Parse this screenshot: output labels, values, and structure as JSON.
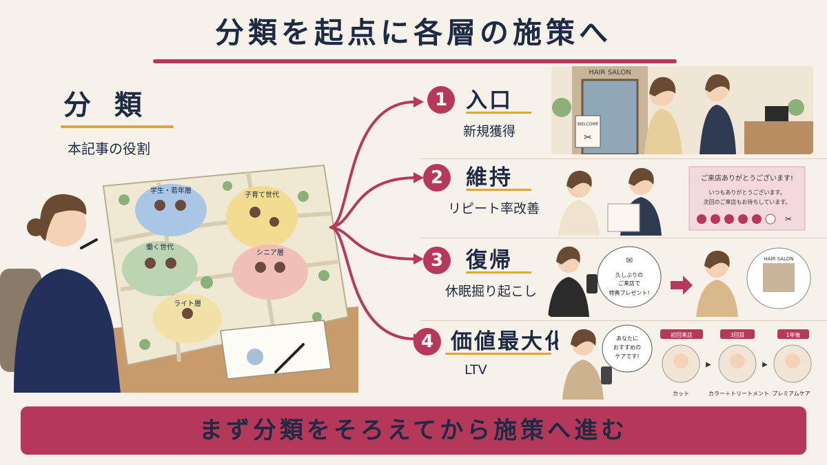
{
  "title": "分類を起点に各層の施策へ",
  "left": {
    "heading": "分 類",
    "subheading": "本記事の役割",
    "map_segments": [
      "学生・若年層",
      "子育て世代",
      "働く世代",
      "シニア層",
      "ライト層"
    ]
  },
  "steps": [
    {
      "number": "1",
      "title": "入口",
      "subtitle": "新規獲得"
    },
    {
      "number": "2",
      "title": "維持",
      "subtitle": "リピート率改善"
    },
    {
      "number": "3",
      "title": "復帰",
      "subtitle": "休眠掘り起こし"
    },
    {
      "number": "4",
      "title": "価値最大化",
      "subtitle": "LTV"
    }
  ],
  "panel1": {
    "salon_sign": "HAIR SALON",
    "welcome": "WELCOME"
  },
  "panel2": {
    "card_title": "ご来店ありがとうございます!",
    "card_line1": "いつもありがとうございます。",
    "card_line2": "次回のご来店もお待ちしています。"
  },
  "panel3": {
    "message_line1": "久しぶりの",
    "message_line2": "ご来店で",
    "message_line3": "特典プレゼント!",
    "salon_sign": "HAIR SALON"
  },
  "panel4": {
    "bubble_line1": "あなたに",
    "bubble_line2": "おすすめの",
    "bubble_line3": "ケアです!",
    "stages": [
      {
        "label": "初回来店",
        "caption": "カット"
      },
      {
        "label": "3回目",
        "caption": "カラー＋トリートメント"
      },
      {
        "label": "1年後",
        "caption": "プレミアムケア"
      }
    ]
  },
  "bottom_banner": "まず分類をそろえてから施策へ進む",
  "colors": {
    "accent": "#b8385a",
    "navy": "#1d2a44",
    "gold": "#e2a52b",
    "background": "#f6f2ea"
  }
}
